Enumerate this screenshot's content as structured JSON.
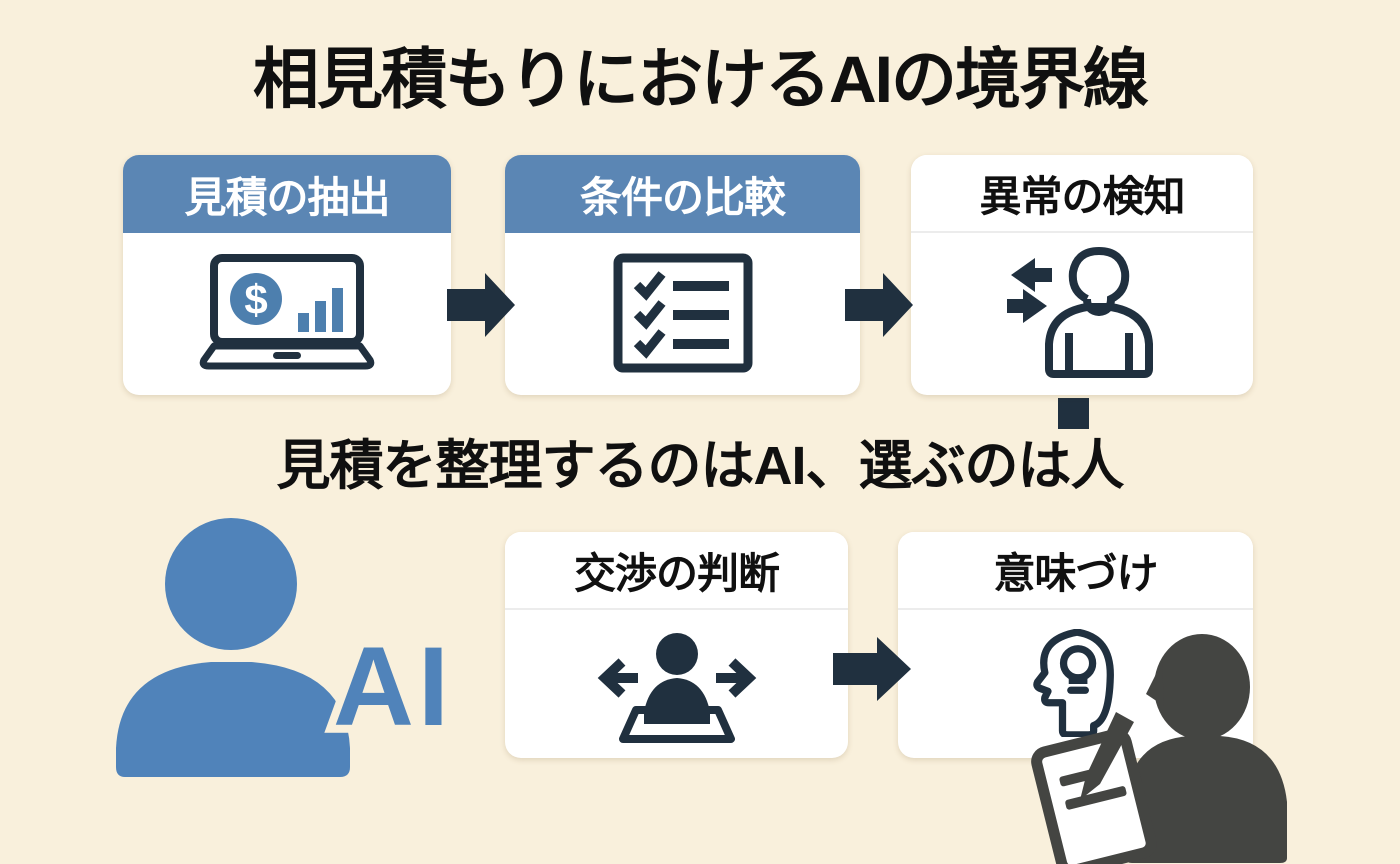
{
  "title": "相見積もりにおけるAIの境界線",
  "headline": "見積を整理するのはAI、選ぶのは人",
  "top_row": {
    "cards": [
      {
        "label": "見積の抽出",
        "header_style": "blue",
        "icon": "laptop-price-chart-icon",
        "currency_symbol": "$"
      },
      {
        "label": "条件の比較",
        "header_style": "blue",
        "icon": "checklist-icon"
      },
      {
        "label": "異常の検知",
        "header_style": "plain",
        "icon": "person-exchange-arrows-icon"
      }
    ]
  },
  "bottom_row": {
    "ai_label": "AI",
    "ai_icon": "ai-person-silhouette-icon",
    "cards": [
      {
        "label": "交渉の判断",
        "header_style": "plain",
        "icon": "negotiation-table-icon"
      },
      {
        "label": "意味づけ",
        "header_style": "plain",
        "icon": "head-lightbulb-icon"
      }
    ],
    "human_icon": "person-writing-notepad-icon"
  },
  "colors": {
    "background": "#f9f0dc",
    "header_blue": "#5b86b4",
    "dark_navy": "#20303f",
    "icon_blue": "#4d7fae",
    "person_blue": "#5083ba",
    "person_gray": "#444542",
    "card_white": "#ffffff",
    "divider_gray": "#ececec",
    "text_black": "#101010"
  }
}
